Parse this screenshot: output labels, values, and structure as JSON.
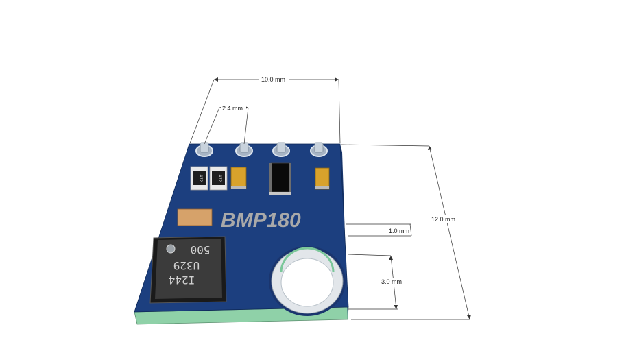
{
  "colors": {
    "board_top": "#1c3f7f",
    "board_side": "#17346a",
    "board_edge": "#8fd1a8",
    "hole_ring": "#dfe3e6",
    "hole_inner": "#ffffff",
    "chip_body": "#333333",
    "capacitor": "#d8a22c",
    "pad": "#d6a26a",
    "dimension_line": "#333333"
  },
  "board": {
    "label": "BMP180"
  },
  "sensor_chip": {
    "line1": "500",
    "line2": "U329",
    "line3": "I244"
  },
  "resistors": [
    {
      "marking": "472"
    },
    {
      "marking": "472"
    }
  ],
  "dimensions": {
    "board_width": "10.0 mm",
    "pin_pitch": "2.4 mm",
    "board_length": "12.0 mm",
    "hole_offset": "1.0 mm",
    "hole_diameter": "3.0 mm"
  }
}
